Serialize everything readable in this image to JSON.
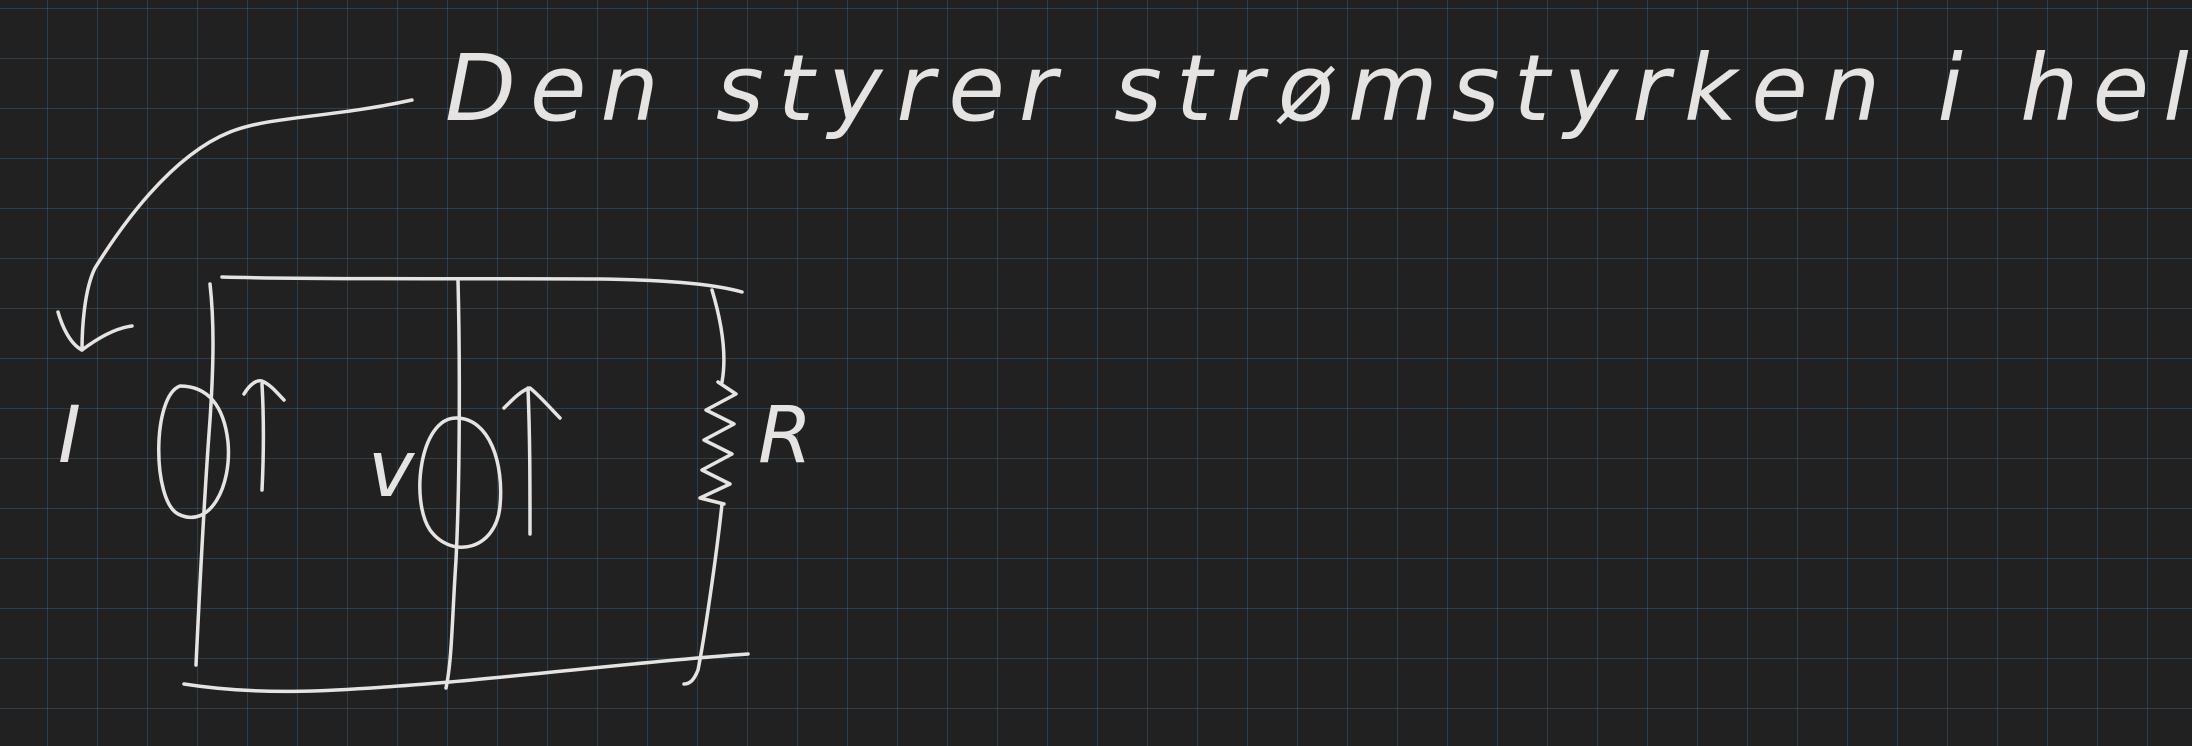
{
  "note": {
    "text": "Den styrer strømstyrken i hele serien."
  },
  "circuit": {
    "current_source_label": "I",
    "voltage_source_label": "v",
    "resistor_label": "R"
  },
  "colors": {
    "background": "#222121",
    "grid": "#2c5d79",
    "ink": "#e6e4e2"
  }
}
